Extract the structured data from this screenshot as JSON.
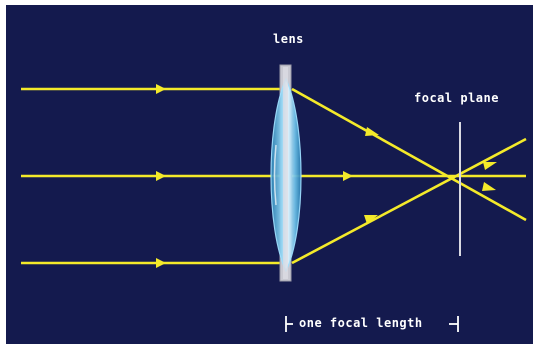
{
  "diagram": {
    "labels": {
      "lens": "lens",
      "focal_plane": "focal plane",
      "focal_length": "one focal length"
    },
    "colors": {
      "background": "#141a4e",
      "ray": "#f4ea2a",
      "lens_fill": "#8fd3f2",
      "lens_edge": "#c9c9d2",
      "focal_plane_line": "#d9d9e2",
      "text": "#ffffff"
    },
    "rays": [
      "upper",
      "axial",
      "lower"
    ]
  }
}
